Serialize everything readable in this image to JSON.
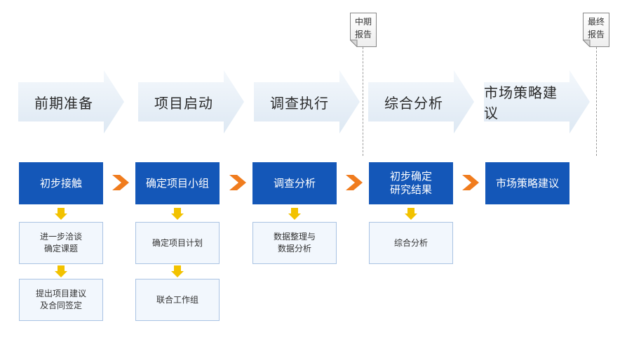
{
  "phases": [
    {
      "label": "前期准备"
    },
    {
      "label": "项目启动"
    },
    {
      "label": "调查执行"
    },
    {
      "label": "综合分析"
    },
    {
      "label": "市场策略建议"
    }
  ],
  "milestones": [
    {
      "line1": "中期",
      "line2": "报告"
    },
    {
      "line1": "最终",
      "line2": "报告"
    }
  ],
  "steps": [
    {
      "line1": "初步接触",
      "line2": ""
    },
    {
      "line1": "确定项目小组",
      "line2": ""
    },
    {
      "line1": "调查分析",
      "line2": ""
    },
    {
      "line1": "初步确定",
      "line2": "研究结果"
    },
    {
      "line1": "市场策略建议",
      "line2": ""
    }
  ],
  "subtasks": [
    {
      "line1": "进一步洽谈",
      "line2": "确定课题"
    },
    {
      "line1": "提出项目建议",
      "line2": "及合同签定"
    },
    {
      "line1": "确定项目计划",
      "line2": ""
    },
    {
      "line1": "联合工作组",
      "line2": ""
    },
    {
      "line1": "数据整理与",
      "line2": "数据分析"
    },
    {
      "line1": "综合分析",
      "line2": ""
    }
  ],
  "colors": {
    "phase_fill": "#e6eff8",
    "step_fill": "#1457b8",
    "arrow_orange": "#f07c1e",
    "arrow_yellow": "#f2c200",
    "sub_fill": "#f2f7fd",
    "sub_border": "#a9c3e3"
  }
}
